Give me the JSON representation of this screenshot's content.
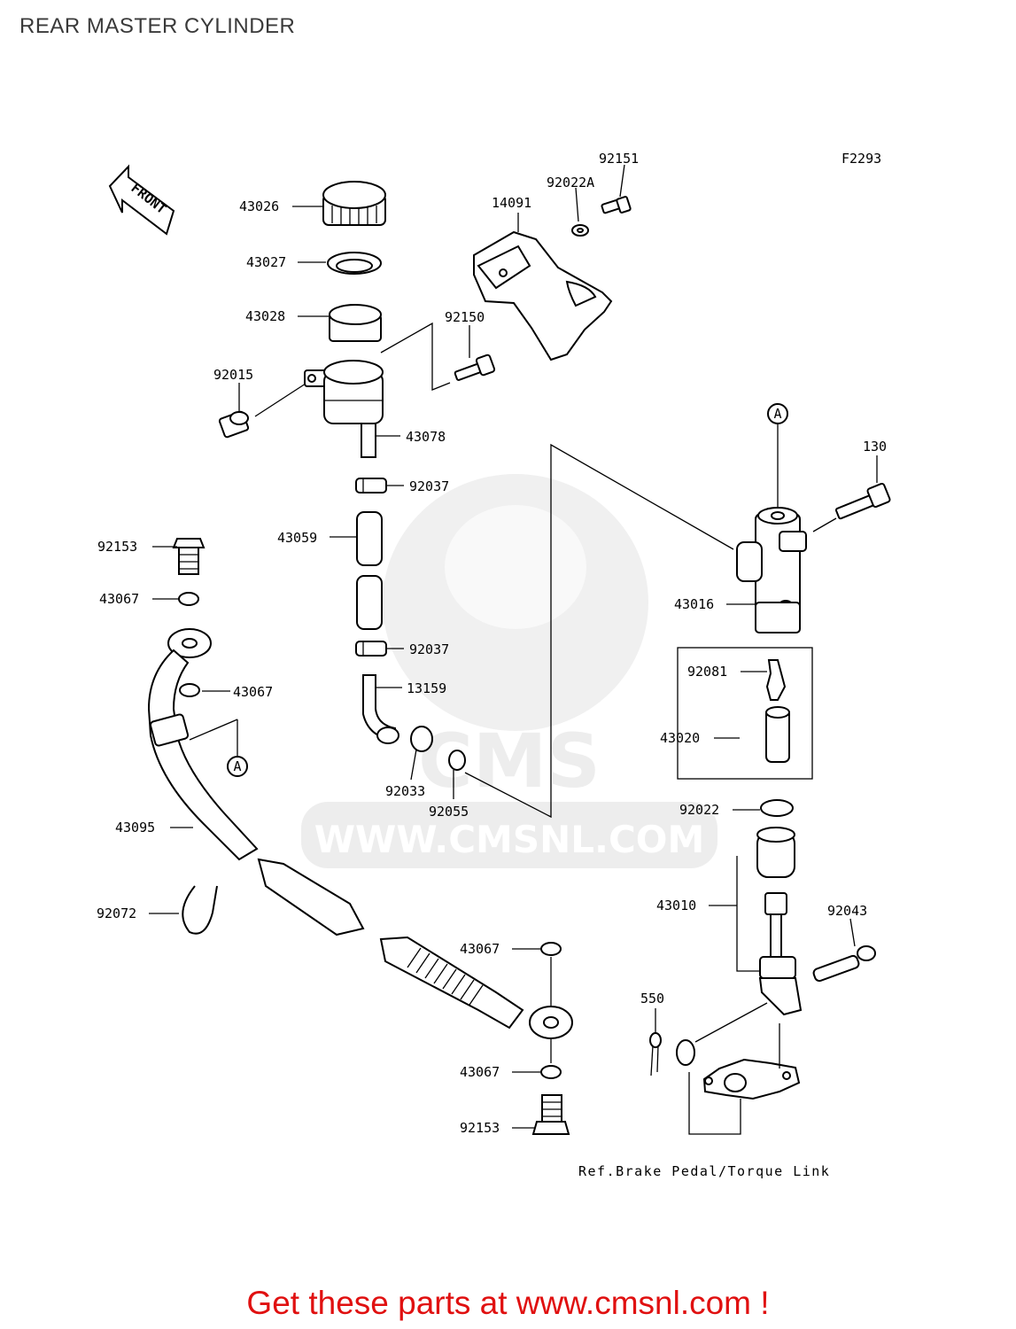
{
  "page": {
    "title": "REAR MASTER CYLINDER"
  },
  "diagram": {
    "figure_code": "F2293",
    "front_label": "FRONT",
    "reference_note": "Ref.Brake Pedal/Torque Link",
    "callout_markers": [
      "A",
      "A"
    ],
    "part_labels": [
      "43026",
      "43027",
      "43028",
      "92015",
      "14091",
      "92022A",
      "92151",
      "92150",
      "43078",
      "92037",
      "43059",
      "92037",
      "13159",
      "92033",
      "92055",
      "92153",
      "43067",
      "43067",
      "43095",
      "92072",
      "43067",
      "43067",
      "92153",
      "130",
      "43016",
      "92081",
      "43020",
      "92022",
      "43010",
      "92043",
      "550"
    ]
  },
  "watermark": {
    "url": "WWW.CMSNL.COM",
    "brand": "CMS"
  },
  "footer": {
    "cta": "Get these parts at www.cmsnl.com !",
    "cta_color": "#e01010"
  }
}
